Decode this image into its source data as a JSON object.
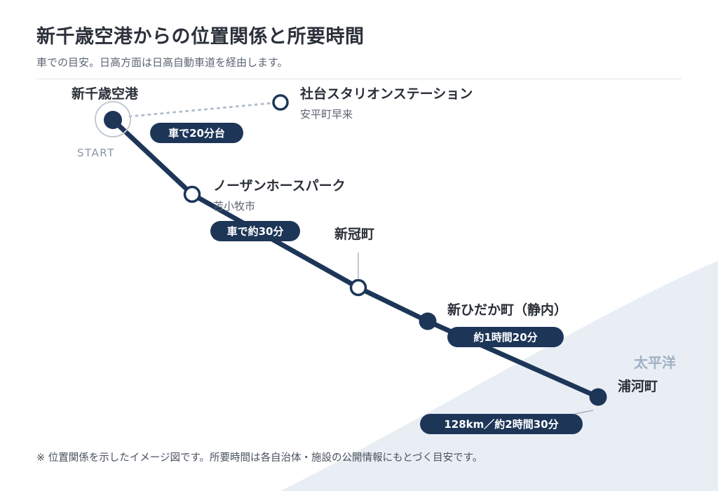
{
  "header": {
    "title": "新千歳空港からの位置関係と所要時間",
    "subtitle": "車での目安。日高方面は日高自動車道を経由します。"
  },
  "map": {
    "start": {
      "name": "新千歳空港",
      "start_label": "START"
    },
    "stations": {
      "shadai": {
        "name": "社台スタリオンステーション",
        "sub": "安平町早来"
      },
      "northern": {
        "name": "ノーザンホースパーク",
        "sub": "苫小牧市"
      },
      "niikappu": {
        "name": "新冠町"
      },
      "shinhidaka": {
        "name": "新ひだか町（静内）"
      },
      "urakawa": {
        "name": "浦河町"
      }
    },
    "badges": {
      "shadai_time": "車で20分台",
      "northern_time": "車で約30分",
      "shinhidaka_time": "約1時間20分",
      "urakawa_time": "128km／約2時間30分"
    },
    "sea_label": "太平洋",
    "colors": {
      "route": "#1d3658",
      "sea": "#e9eef4",
      "dotted": "#b4bfcb"
    }
  },
  "footer": {
    "note": "※ 位置関係を示したイメージ図です。所要時間は各自治体・施設の公開情報にもとづく目安です。"
  }
}
